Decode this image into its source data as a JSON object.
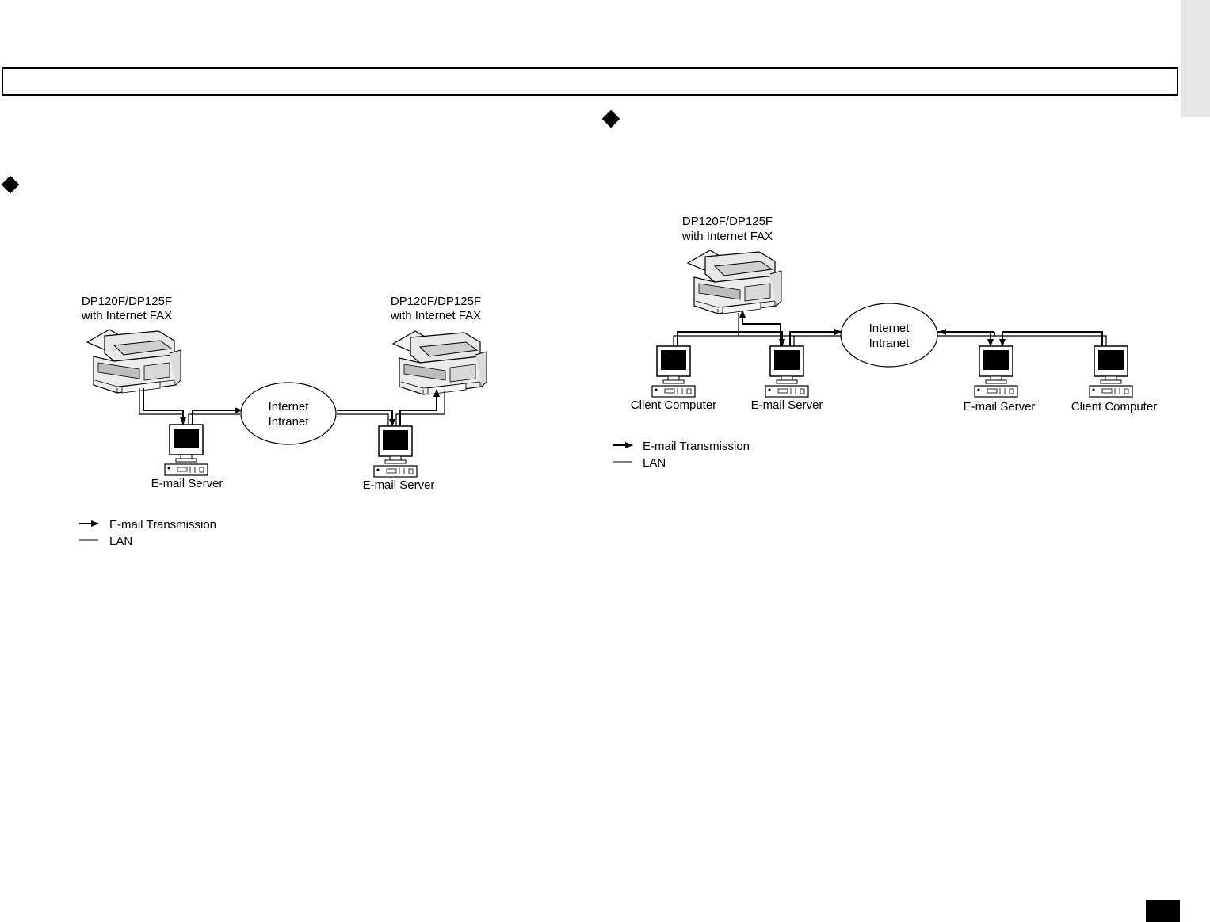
{
  "diagram_left": {
    "fax_left": "DP120F/DP125F",
    "fax_left_sub": "with Internet FAX",
    "fax_right": "DP120F/DP125F",
    "fax_right_sub": "with Internet FAX",
    "cloud_line1": "Internet",
    "cloud_line2": "Intranet",
    "server_left": "E-mail Server",
    "server_right": "E-mail Server",
    "legend": {
      "transmission": "E-mail Transmission",
      "lan": "LAN"
    }
  },
  "diagram_right": {
    "fax": "DP120F/DP125F",
    "fax_sub": "with Internet FAX",
    "cloud_line1": "Internet",
    "cloud_line2": "Intranet",
    "client_left": "Client Computer",
    "server_left": "E-mail Server",
    "server_right": "E-mail Server",
    "client_right": "Client Computer",
    "legend": {
      "transmission": "E-mail Transmission",
      "lan": "LAN"
    }
  }
}
